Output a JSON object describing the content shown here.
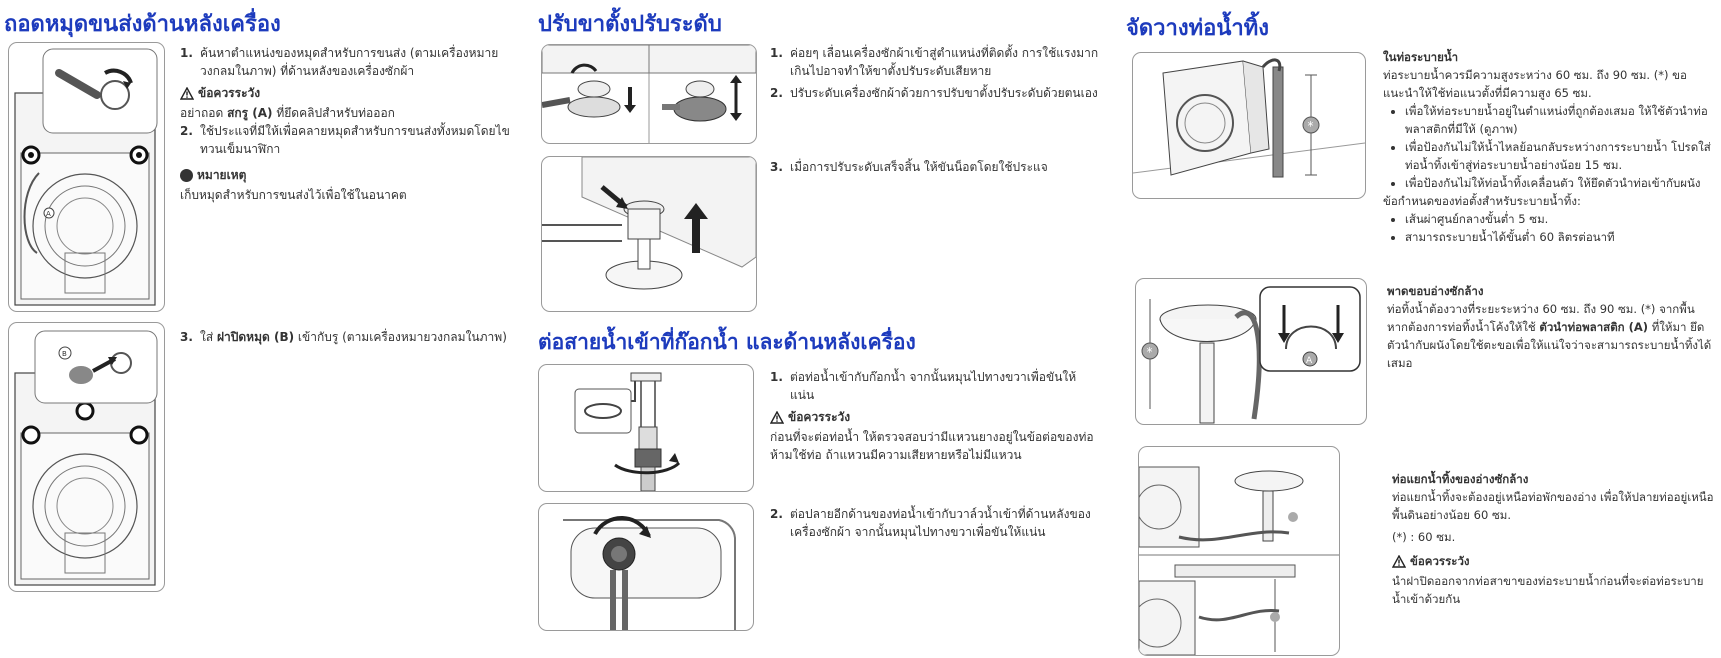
{
  "s1": {
    "title": "ถอดหมุดขนส่งด้านหลังเครื่อง",
    "step1_num": "1.",
    "step1": "ค้นหาตำแหน่งของหมุดสำหรับการขนส่ง (ตามเครื่องหมายวงกลมในภาพ) ที่ด้านหลังของเครื่องซักผ้า",
    "caution_label": "ข้อควรระวัง",
    "caution_pre": "อย่าถอด ",
    "caution_bold": "สกรู (A)",
    "caution_post": " ที่ยึดคลิปสำหรับท่อออก",
    "step2_num": "2.",
    "step2": "ใช้ประแจที่มีให้เพื่อคลายหมุดสำหรับการขนส่งทั้งหมดโดยไขทวนเข็มนาฬิกา",
    "note_label": "หมายเหตุ",
    "note": "เก็บหมุดสำหรับการขนส่งไว้เพื่อใช้ในอนาคต",
    "step3_num": "3.",
    "step3_pre": "ใส่ ",
    "step3_bold": "ฝาปิดหมุด (B)",
    "step3_post": " เข้ากับรู (ตามเครื่องหมายวงกลมในภาพ)",
    "fig_label_a": "A",
    "fig_label_b": "B"
  },
  "s2": {
    "title": "ปรับขาตั้งปรับระดับ",
    "step1_num": "1.",
    "step1": "ค่อยๆ เลื่อนเครื่องซักผ้าเข้าสู่ตำแหน่งที่ติดตั้ง การใช้แรงมากเกินไปอาจทำให้ขาตั้งปรับระดับเสียหาย",
    "step2_num": "2.",
    "step2": "ปรับระดับเครื่องซักผ้าด้วยการปรับขาตั้งปรับระดับด้วยตนเอง",
    "step3_num": "3.",
    "step3": "เมื่อการปรับระดับเสร็จสิ้น ให้ขันน็อตโดยใช้ประแจ"
  },
  "s3": {
    "title": "ต่อสายน้ำเข้าที่ก๊อกน้ำ และด้านหลังเครื่อง",
    "step1_num": "1.",
    "step1": "ต่อท่อน้ำเข้ากับก๊อกน้ำ จากนั้นหมุนไปทางขวาเพื่อขันให้แน่น",
    "caution_label": "ข้อควรระวัง",
    "caution": "ก่อนที่จะต่อท่อน้ำ ให้ตรวจสอบว่ามีแหวนยางอยู่ในข้อต่อของท่อ ห้ามใช้ท่อ ถ้าแหวนมีความเสียหายหรือไม่มีแหวน",
    "step2_num": "2.",
    "step2": "ต่อปลายอีกด้านของท่อน้ำเข้ากับวาล์วน้ำเข้าที่ด้านหลังของเครื่องซักผ้า จากนั้นหมุนไปทางขวาเพื่อขันให้แน่น"
  },
  "s4": {
    "title": "จัดวางท่อน้ำทิ้ง",
    "a_head": "ในท่อระบายน้ำ",
    "a_intro": "ท่อระบายน้ำควรมีความสูงระหว่าง 60 ซม. ถึง 90 ซม. (*) ขอแนะนำให้ใช้ท่อแนวตั้งที่มีความสูง 65 ซม.",
    "a_b1": "เพื่อให้ท่อระบายน้ำอยู่ในตำแหน่งที่ถูกต้องเสมอ ให้ใช้ตัวนำท่อพลาสติกที่มีให้ (ดูภาพ)",
    "a_b2": "เพื่อป้องกันไม่ให้น้ำไหลย้อนกลับระหว่างการระบายน้ำ โปรดใส่ท่อน้ำทิ้งเข้าสู่ท่อระบายน้ำอย่างน้อย 15 ซม.",
    "a_b3": "เพื่อป้องกันไม่ให้ท่อน้ำทิ้งเคลื่อนตัว ให้ยึดตัวนำท่อเข้ากับผนัง",
    "a_req": "ข้อกำหนดของท่อตั้งสำหรับระบายน้ำทิ้ง:",
    "a_r1": "เส้นผ่าศูนย์กลางขั้นต่ำ 5 ซม.",
    "a_r2": "สามารถระบายน้ำได้ขั้นต่ำ 60 ลิตรต่อนาที",
    "b_head": "พาดขอบอ่างซักล้าง",
    "b_pre": "ท่อทิ้งน้ำต้องวางที่ระยะระหว่าง 60 ซม. ถึง 90 ซม. (*) จากพื้น หากต้องการท่อทิ้งน้ำโค้งให้ใช้ ",
    "b_bold": "ตัวนำท่อพลาสติก (A)",
    "b_post": " ที่ให้มา ยึดตัวนำกับผนังโดยใช้ตะขอเพื่อให้แน่ใจว่าจะสามารถระบายน้ำทิ้งได้เสมอ",
    "c_head": "ท่อแยกน้ำทิ้งของอ่างซักล้าง",
    "c_text": "ท่อแยกน้ำทิ้งจะต้องอยู่เหนือท่อพักของอ่าง เพื่อให้ปลายท่ออยู่เหนือพื้นดินอย่างน้อย 60 ซม.",
    "c_star": "(*) : 60 ซม.",
    "caution_label": "ข้อควรระวัง",
    "c_caution": "นำฝาปิดออกจากท่อสาขาของท่อระบายน้ำก่อนที่จะต่อท่อระบายน้ำเข้าด้วยกัน",
    "fig_star": "*",
    "fig_label_a": "A"
  }
}
